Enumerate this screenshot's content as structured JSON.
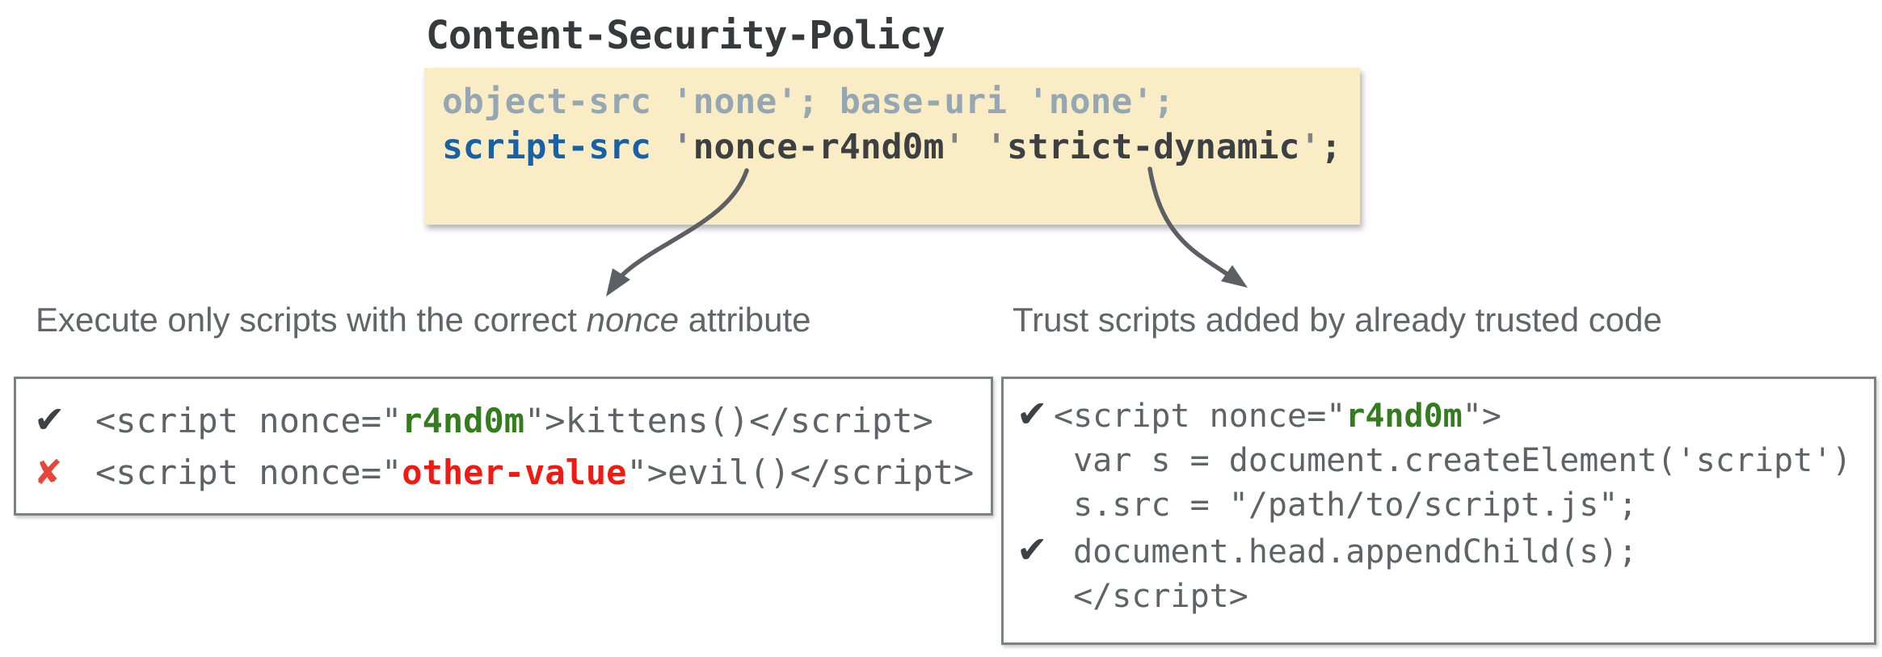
{
  "title": "Content-Security-Policy",
  "policy": {
    "muted_line": "object-src 'none'; base-uri 'none';",
    "script_line": {
      "directive": "script-src",
      "open1": " '",
      "arg1": "nonce-r4nd0m",
      "between": "' '",
      "arg2": "strict-dynamic",
      "close2": "'",
      "semicolon": ";"
    }
  },
  "labels": {
    "left": {
      "prefix": "Execute only scripts with the correct ",
      "emphasis": "nonce",
      "suffix": " attribute"
    },
    "right": "Trust scripts added by already trusted code"
  },
  "left_box": {
    "rows": [
      {
        "mark": "✔",
        "pre": "<script nonce=\"",
        "value": "r4nd0m",
        "post": "\">kittens()</script>"
      },
      {
        "mark": "✘",
        "pre": "<script nonce=\"",
        "value": "other-value",
        "post": "\">evil()</script>"
      }
    ]
  },
  "right_box": {
    "row1": {
      "mark": "✔",
      "pre": "<script nonce=\"",
      "value": "r4nd0m",
      "post": "\">"
    },
    "row2": " var s = document.createElement('script')",
    "row3": " s.src = \"/path/to/script.js\";",
    "row4": {
      "mark": "✔",
      "code": " document.head.appendChild(s);"
    },
    "row5": " </script>"
  },
  "colors": {
    "policy_bg": "#faedc6",
    "directive_blue": "#1761a6",
    "muted_gray_blue": "#95a7b3",
    "dark_text": "#3c4043",
    "code_gray": "#5f6368",
    "label_gray": "#616468",
    "valid_green": "#347d1e",
    "invalid_red": "#f11a12",
    "check_dark": "#3f4245",
    "cross_red": "#e8463b",
    "arrow_gray": "#5c6064",
    "box_border": "#7e8184"
  }
}
